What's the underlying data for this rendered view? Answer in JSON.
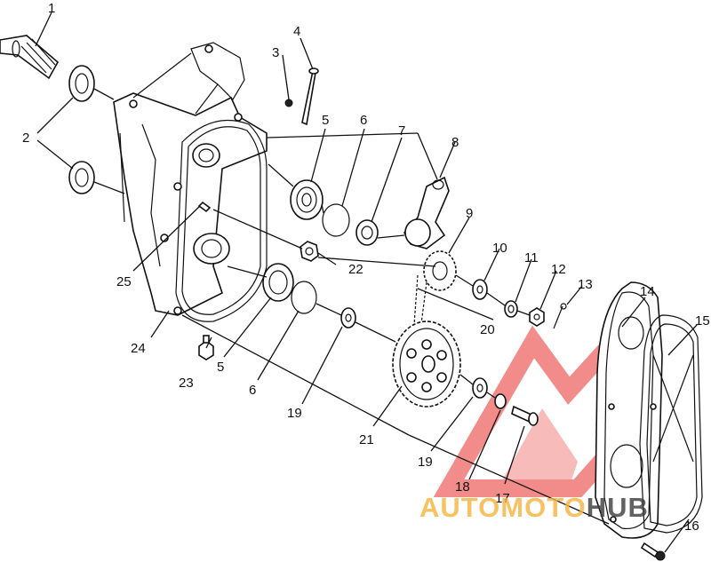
{
  "diagram": {
    "callouts": [
      {
        "id": "c1",
        "text": "1"
      },
      {
        "id": "c2",
        "text": "2"
      },
      {
        "id": "c3",
        "text": "3"
      },
      {
        "id": "c4",
        "text": "4"
      },
      {
        "id": "c5a",
        "text": "5"
      },
      {
        "id": "c6a",
        "text": "6"
      },
      {
        "id": "c7",
        "text": "7"
      },
      {
        "id": "c8",
        "text": "8"
      },
      {
        "id": "c9",
        "text": "9"
      },
      {
        "id": "c10",
        "text": "10"
      },
      {
        "id": "c11",
        "text": "11"
      },
      {
        "id": "c12",
        "text": "12"
      },
      {
        "id": "c13",
        "text": "13"
      },
      {
        "id": "c14",
        "text": "14"
      },
      {
        "id": "c15",
        "text": "15"
      },
      {
        "id": "c16",
        "text": "16"
      },
      {
        "id": "c17",
        "text": "17"
      },
      {
        "id": "c18",
        "text": "18"
      },
      {
        "id": "c19a",
        "text": "19"
      },
      {
        "id": "c19b",
        "text": "19"
      },
      {
        "id": "c20",
        "text": "20"
      },
      {
        "id": "c21",
        "text": "21"
      },
      {
        "id": "c22",
        "text": "22"
      },
      {
        "id": "c23",
        "text": "23"
      },
      {
        "id": "c24",
        "text": "24"
      },
      {
        "id": "c25",
        "text": "25"
      },
      {
        "id": "c5b",
        "text": "5"
      },
      {
        "id": "c6b",
        "text": "6"
      }
    ]
  },
  "watermark": {
    "part1": "AUTOMOTO",
    "part2": "HUB",
    "color_accent": "#f7b43c",
    "color_logo": "#e8302e",
    "color_dark": "#3c3c3c"
  }
}
